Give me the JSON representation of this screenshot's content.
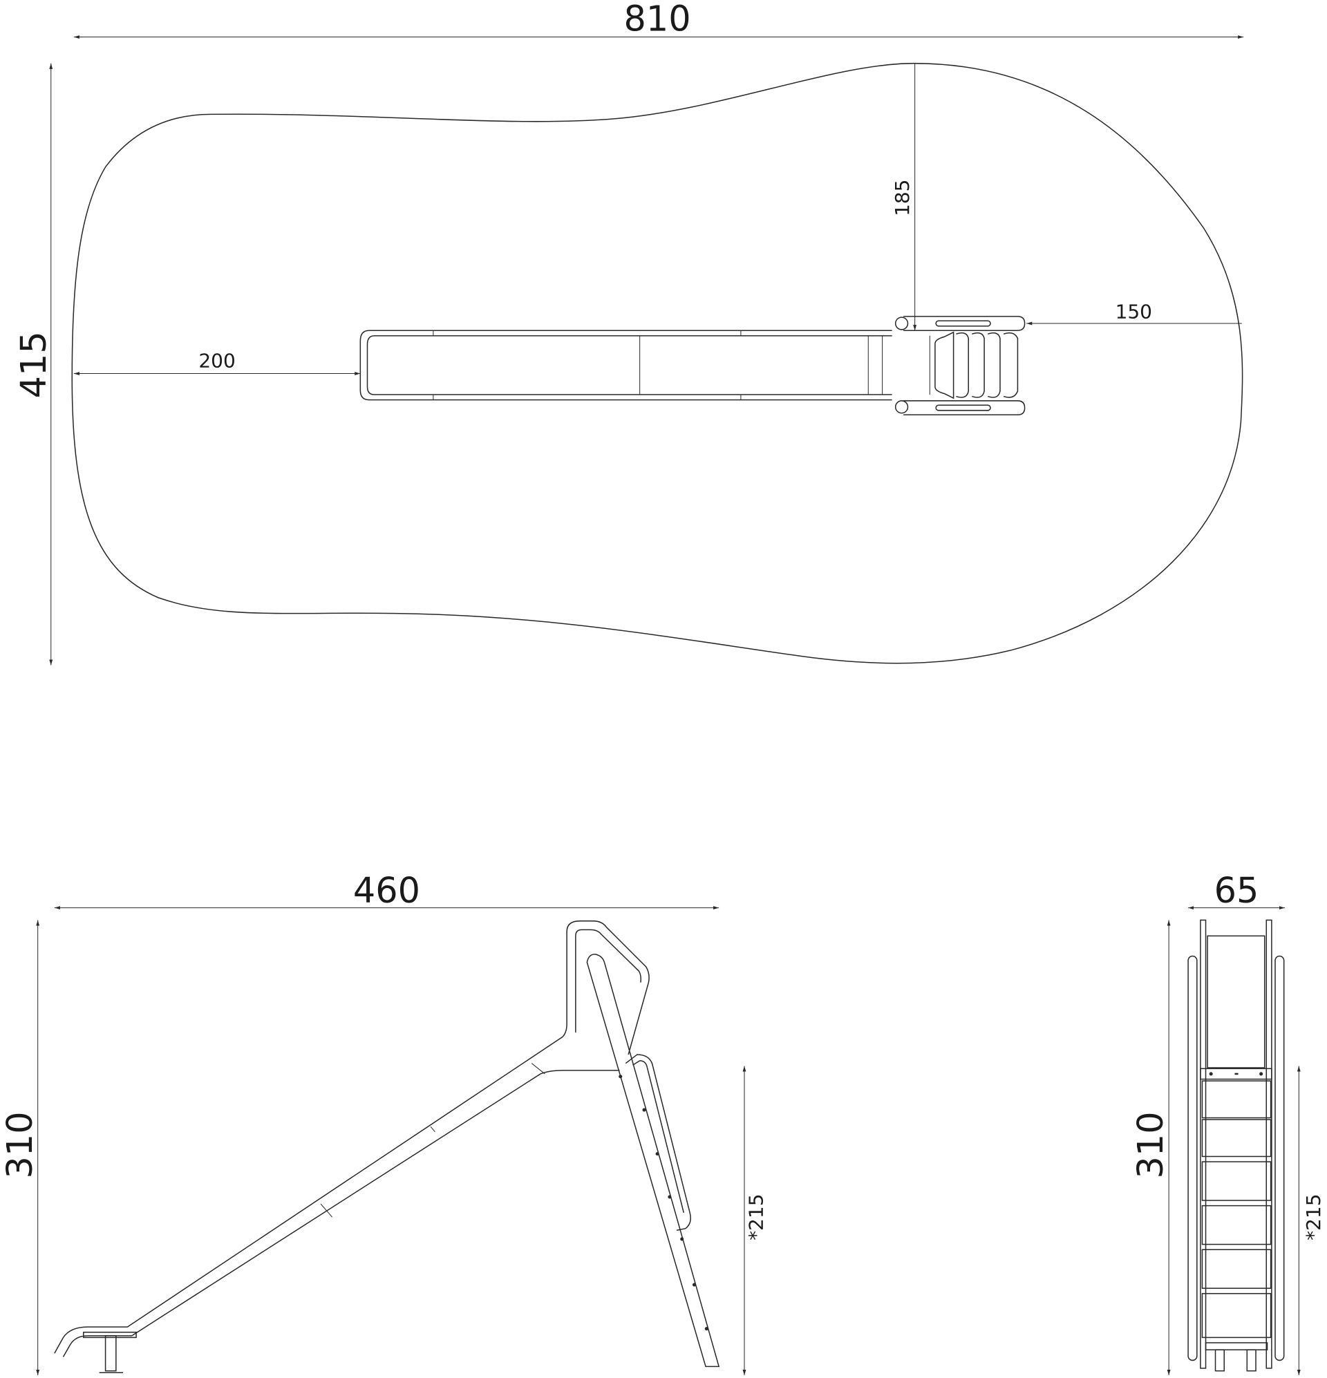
{
  "top_view": {
    "overall_length": "810",
    "overall_width": "415",
    "distance_to_top_edge": "185",
    "distance_ladder_to_edge": "150",
    "distance_slide_to_edge": "200"
  },
  "side_view": {
    "length": "460",
    "height": "310",
    "platform_height": "*215"
  },
  "front_view": {
    "width": "65",
    "height": "310",
    "platform_height": "*215"
  },
  "colors": {
    "line": "#2a2a2a",
    "background": "#ffffff"
  }
}
